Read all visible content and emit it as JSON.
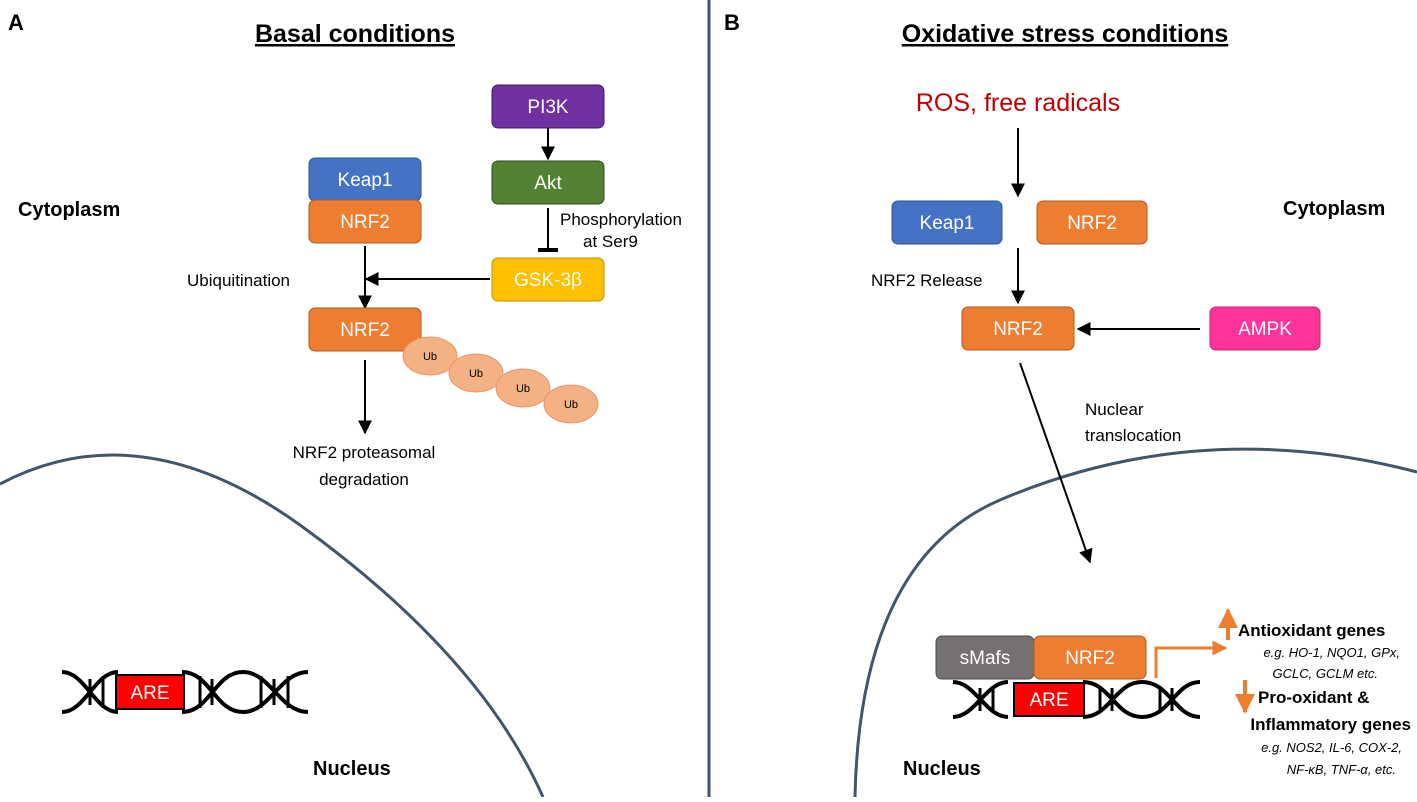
{
  "panel_a": {
    "letter": "A",
    "title": "Basal conditions",
    "cytoplasm": "Cytoplasm",
    "nucleus": "Nucleus",
    "boxes": {
      "pi3k": "PI3K",
      "akt": "Akt",
      "keap1": "Keap1",
      "nrf2_bound": "NRF2",
      "gsk3b": "GSK-3β",
      "nrf2_ub": "NRF2"
    },
    "labels": {
      "phospho_line1": "Phosphorylation",
      "phospho_line2": "at Ser9",
      "ubiquitination": "Ubiquitination",
      "degradation_line1": "NRF2 proteasomal",
      "degradation_line2": "degradation"
    },
    "ub_tags": [
      "Ub",
      "Ub",
      "Ub",
      "Ub"
    ],
    "are": "ARE"
  },
  "panel_b": {
    "letter": "B",
    "title": "Oxidative stress conditions",
    "cytoplasm": "Cytoplasm",
    "nucleus": "Nucleus",
    "ros": "ROS, free radicals",
    "boxes": {
      "keap1": "Keap1",
      "nrf2_free": "NRF2",
      "nrf2_released": "NRF2",
      "ampk": "AMPK",
      "smafs": "sMafs",
      "nrf2_nuclear": "NRF2"
    },
    "labels": {
      "release": "NRF2 Release",
      "translocation_line1": "Nuclear",
      "translocation_line2": "translocation"
    },
    "are": "ARE",
    "genes": {
      "antioxidant_title": "Antioxidant genes",
      "antioxidant_ex1": "e.g. HO-1,  NQO1,  GPx,",
      "antioxidant_ex2": "GCLC,  GCLM etc.",
      "prooxidant_title1": "Pro-oxidant &",
      "prooxidant_title2": "Inflammatory genes",
      "prooxidant_ex1": "e.g. NOS2, IL-6, COX-2,",
      "prooxidant_ex2": "NF-κB, TNF-α, etc."
    }
  },
  "colors": {
    "pi3k": "#7030a0",
    "akt": "#548235",
    "keap1": "#4472c4",
    "nrf2": "#ed7d31",
    "gsk3b": "#ffc000",
    "ampk": "#ff3399",
    "smafs": "#767171",
    "ub": "#f4b183",
    "are": "#ff0000",
    "ros": "#c00000",
    "divider": "#44546a",
    "gene_arrow": "#ed7d31"
  }
}
